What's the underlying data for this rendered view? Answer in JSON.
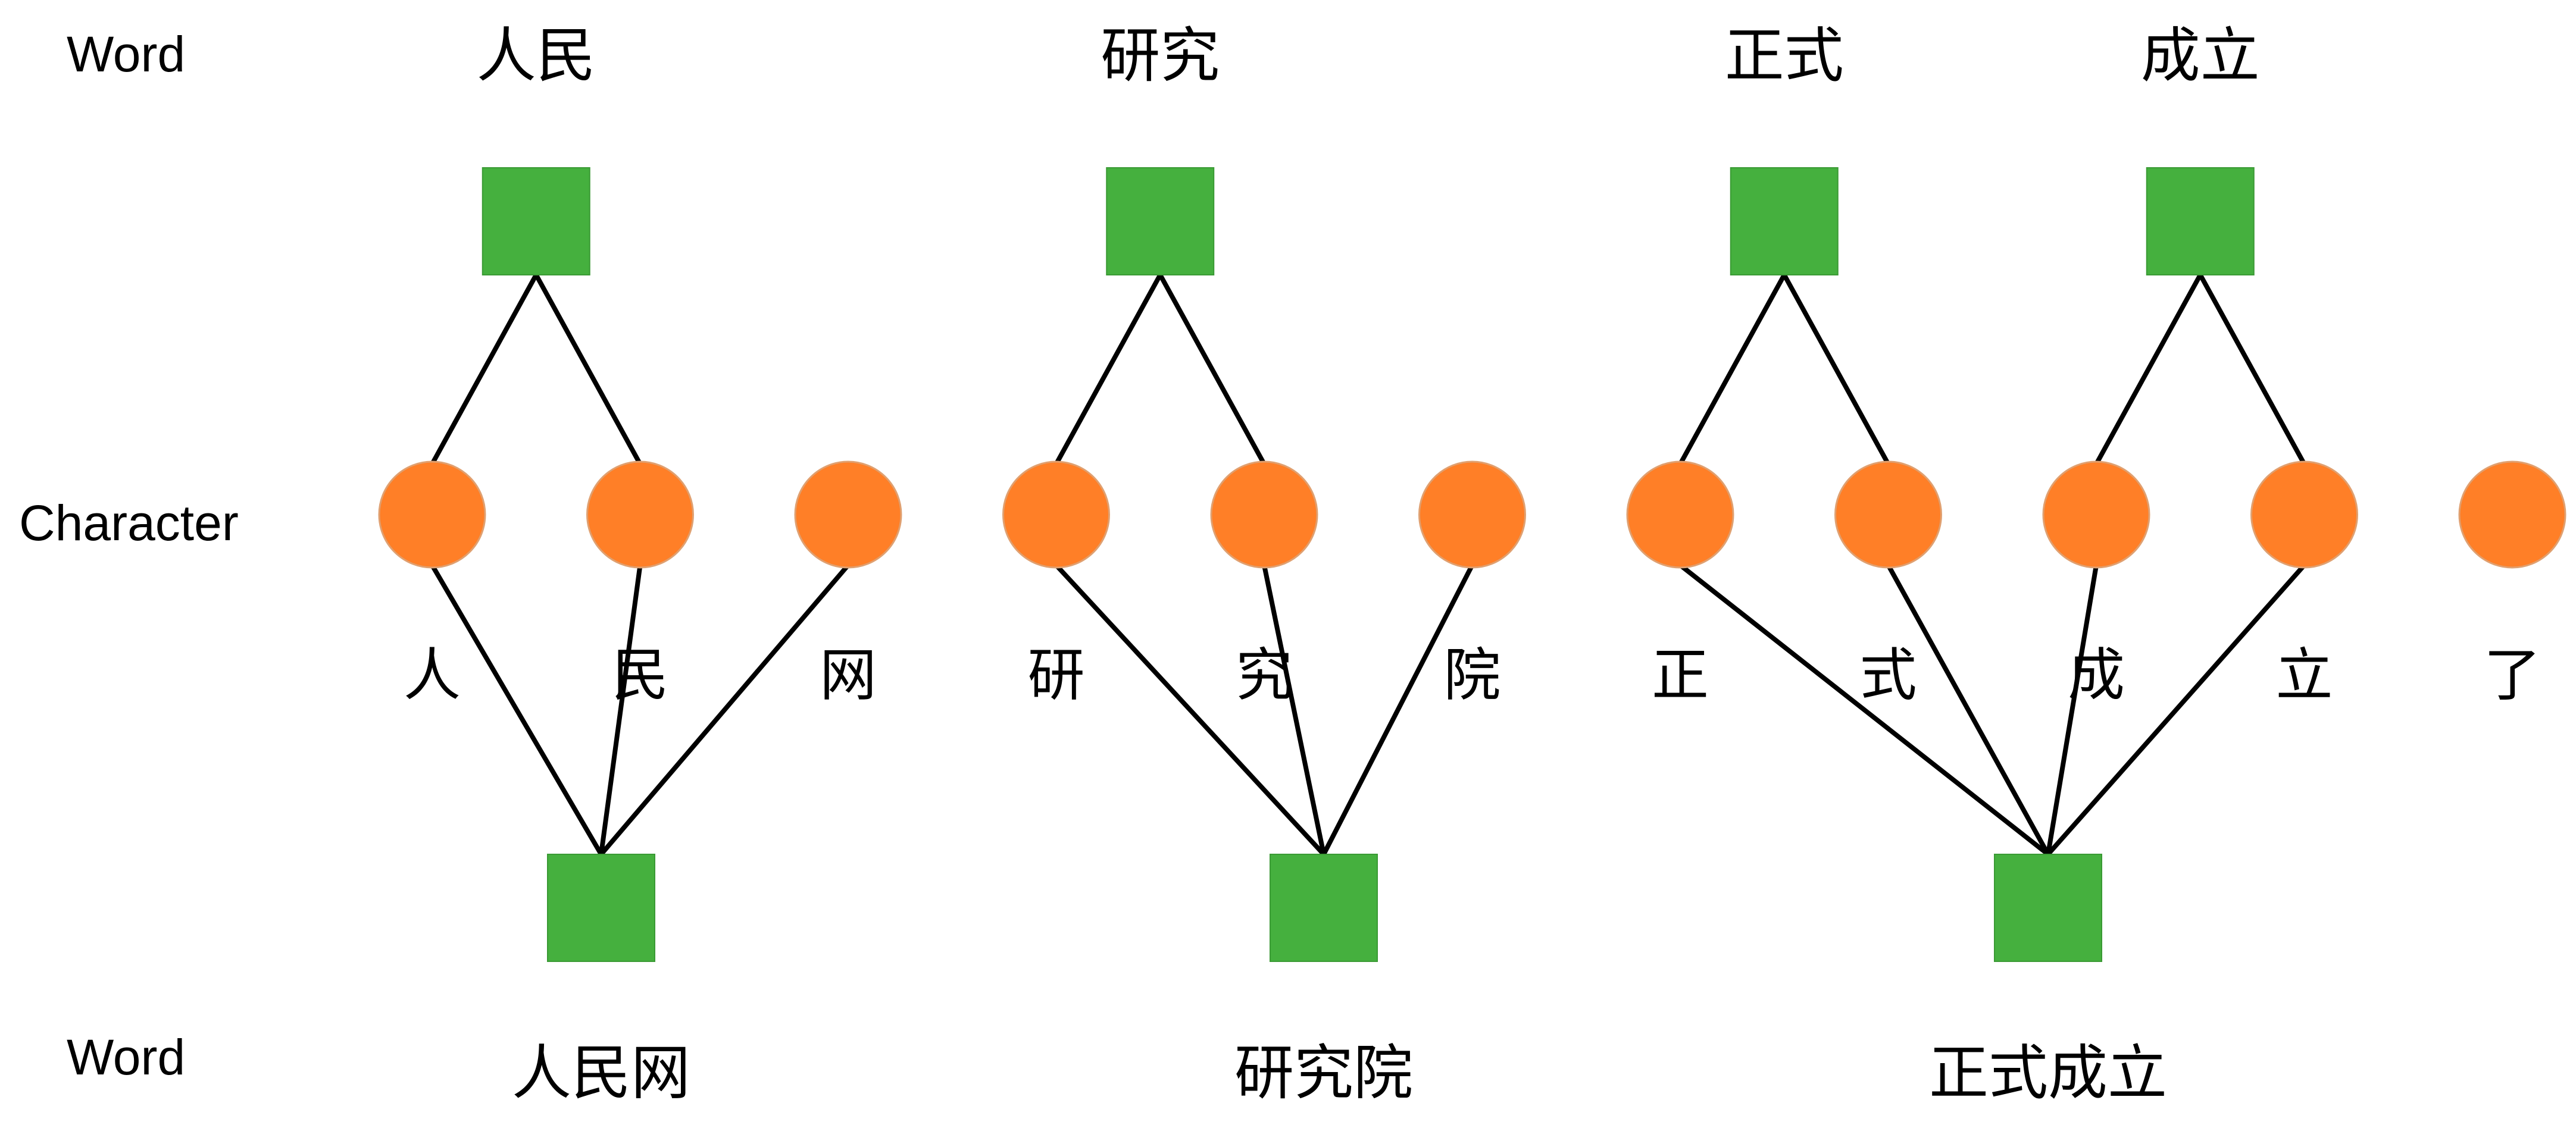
{
  "labels": {
    "word_top": "Word",
    "character": "Character",
    "word_bottom": "Word"
  },
  "colors": {
    "word_node": "#45B03E",
    "char_node": "#FF7F27",
    "char_node_stroke": "#E0A070",
    "edge": "#000000"
  },
  "characters": [
    "人",
    "民",
    "网",
    "研",
    "究",
    "院",
    "正",
    "式",
    "成",
    "立",
    "了"
  ],
  "top_words": [
    {
      "text": "人民",
      "chars": [
        0,
        1
      ]
    },
    {
      "text": "研究",
      "chars": [
        3,
        4
      ]
    },
    {
      "text": "正式",
      "chars": [
        6,
        7
      ]
    },
    {
      "text": "成立",
      "chars": [
        8,
        9
      ]
    }
  ],
  "bottom_words": [
    {
      "text": "人民网",
      "chars": [
        0,
        1,
        2
      ]
    },
    {
      "text": "研究院",
      "chars": [
        3,
        4,
        5
      ]
    },
    {
      "text": "正式成立",
      "chars": [
        6,
        7,
        8,
        9
      ]
    }
  ]
}
